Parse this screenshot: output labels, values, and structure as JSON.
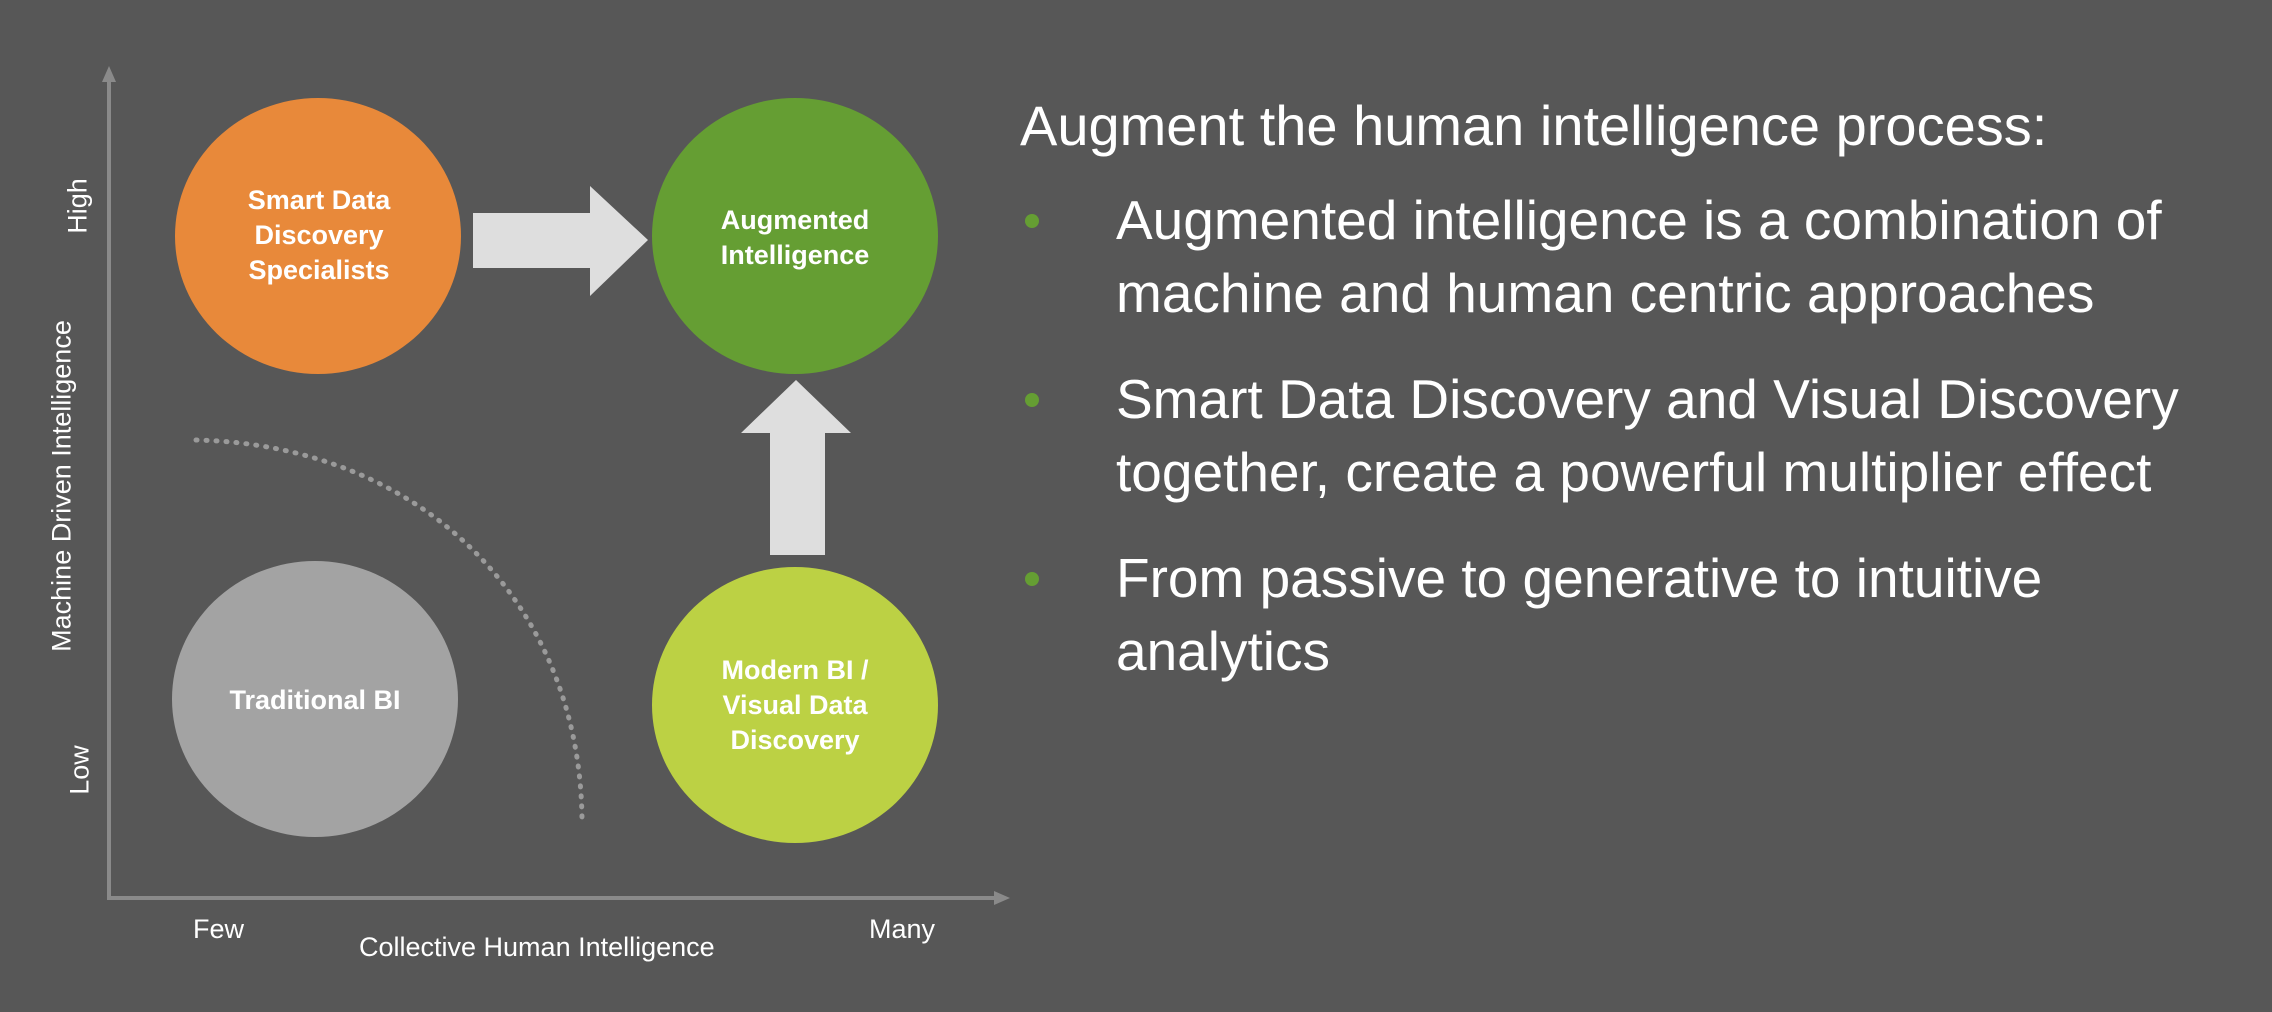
{
  "colors": {
    "background": "#575757",
    "axis": "#8a8a8a",
    "arrow": "#dedede",
    "circle_smart": "#e8893a",
    "circle_augmented": "#659e33",
    "circle_traditional": "#a3a3a3",
    "circle_modern": "#bcd144",
    "bullet": "#659e33"
  },
  "diagram": {
    "y_axis": {
      "title": "Machine Driven Intelligence",
      "high": "High",
      "low": "Low"
    },
    "x_axis": {
      "title": "Collective Human Intelligence",
      "few": "Few",
      "many": "Many"
    },
    "circles": {
      "smart_data_discovery": "Smart Data\nDiscovery\nSpecialists",
      "augmented_intelligence": "Augmented\nIntelligence",
      "traditional_bi": "Traditional BI",
      "modern_bi": "Modern BI /\nVisual Data\nDiscovery"
    }
  },
  "panel": {
    "heading": "Augment the human intelligence process:",
    "bullets": [
      "Augmented intelligence is a combination of machine and human centric approaches",
      "Smart Data Discovery and Visual Discovery together, create a powerful multiplier effect",
      "From passive to generative to intuitive analytics"
    ]
  }
}
